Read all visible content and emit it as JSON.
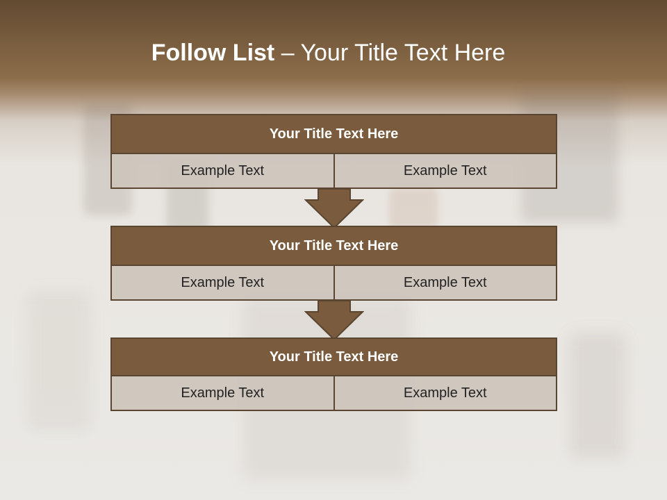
{
  "slide": {
    "title_bold": "Follow List",
    "title_rest": " – Your Title Text Here",
    "colors": {
      "header_brown": "#7a5b3d",
      "border_brown": "#5a4530",
      "cell_gray": "#cdc4bc",
      "title_text": "#ffffff"
    }
  },
  "steps": [
    {
      "title": "Your Title Text Here",
      "left": "Example Text",
      "right": "Example Text"
    },
    {
      "title": "Your Title Text Here",
      "left": "Example Text",
      "right": "Example Text"
    },
    {
      "title": "Your Title Text Here",
      "left": "Example Text",
      "right": "Example Text"
    }
  ],
  "arrows": [
    {
      "icon": "down-arrow-icon"
    },
    {
      "icon": "down-arrow-icon"
    }
  ]
}
